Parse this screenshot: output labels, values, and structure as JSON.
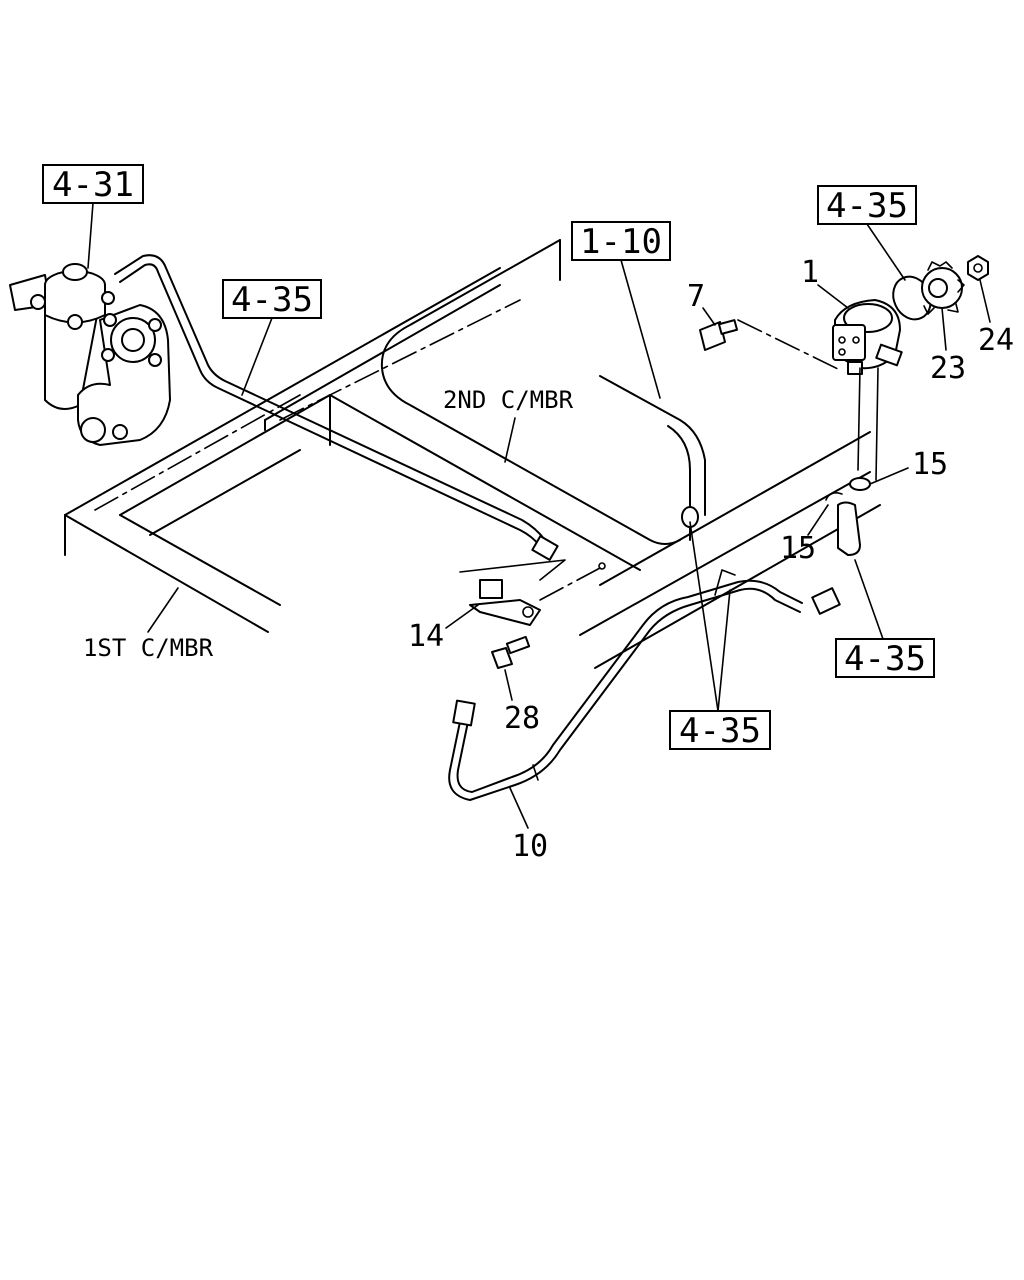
{
  "refs": {
    "r431": "4-31",
    "r435_top": "4-35",
    "r435_left": "4-35",
    "r110": "1-10",
    "r435_right": "4-35",
    "r435_bottom": "4-35"
  },
  "parts": {
    "p1": "1",
    "p7": "7",
    "p23": "23",
    "p24": "24",
    "p15a": "15",
    "p15b": "15",
    "p14": "14",
    "p28": "28",
    "p10": "10"
  },
  "members": {
    "first": "1ST C/MBR",
    "second": "2ND C/MBR"
  }
}
